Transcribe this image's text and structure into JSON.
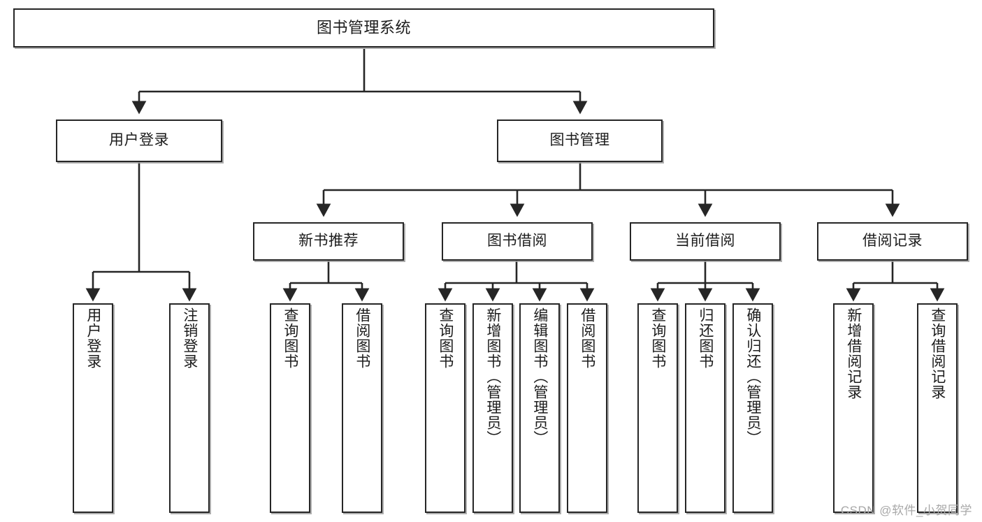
{
  "diagram": {
    "type": "tree",
    "title": "图书管理系统",
    "orientation": "top-down",
    "colors": {
      "box_border": "#262626",
      "box_fill": "#ffffff",
      "connector": "#262626",
      "text": "#1c1c1c",
      "watermark": "#a8a8a8",
      "background": "#ffffff"
    }
  },
  "root": {
    "label": "图书管理系统"
  },
  "level2": [
    {
      "label": "用户登录"
    },
    {
      "label": "图书管理"
    }
  ],
  "level3": [
    {
      "label": "新书推荐"
    },
    {
      "label": "图书借阅"
    },
    {
      "label": "当前借阅"
    },
    {
      "label": "借阅记录"
    }
  ],
  "leaves": {
    "user_login": [
      {
        "label": "用户登录"
      },
      {
        "label": "注销登录"
      }
    ],
    "new_book": [
      {
        "label": "查询图书"
      },
      {
        "label": "借阅图书"
      }
    ],
    "book_borrow": [
      {
        "label": "查询图书"
      },
      {
        "label": "新增图书（管理员）"
      },
      {
        "label": "编辑图书（管理员）"
      },
      {
        "label": "借阅图书"
      }
    ],
    "current_borrow": [
      {
        "label": "查询图书"
      },
      {
        "label": "归还图书"
      },
      {
        "label": "确认归还（管理员）"
      }
    ],
    "borrow_record": [
      {
        "label": "新增借阅记录"
      },
      {
        "label": "查询借阅记录"
      }
    ]
  },
  "watermark": {
    "text": "CSDN @软件_小贺同学"
  }
}
